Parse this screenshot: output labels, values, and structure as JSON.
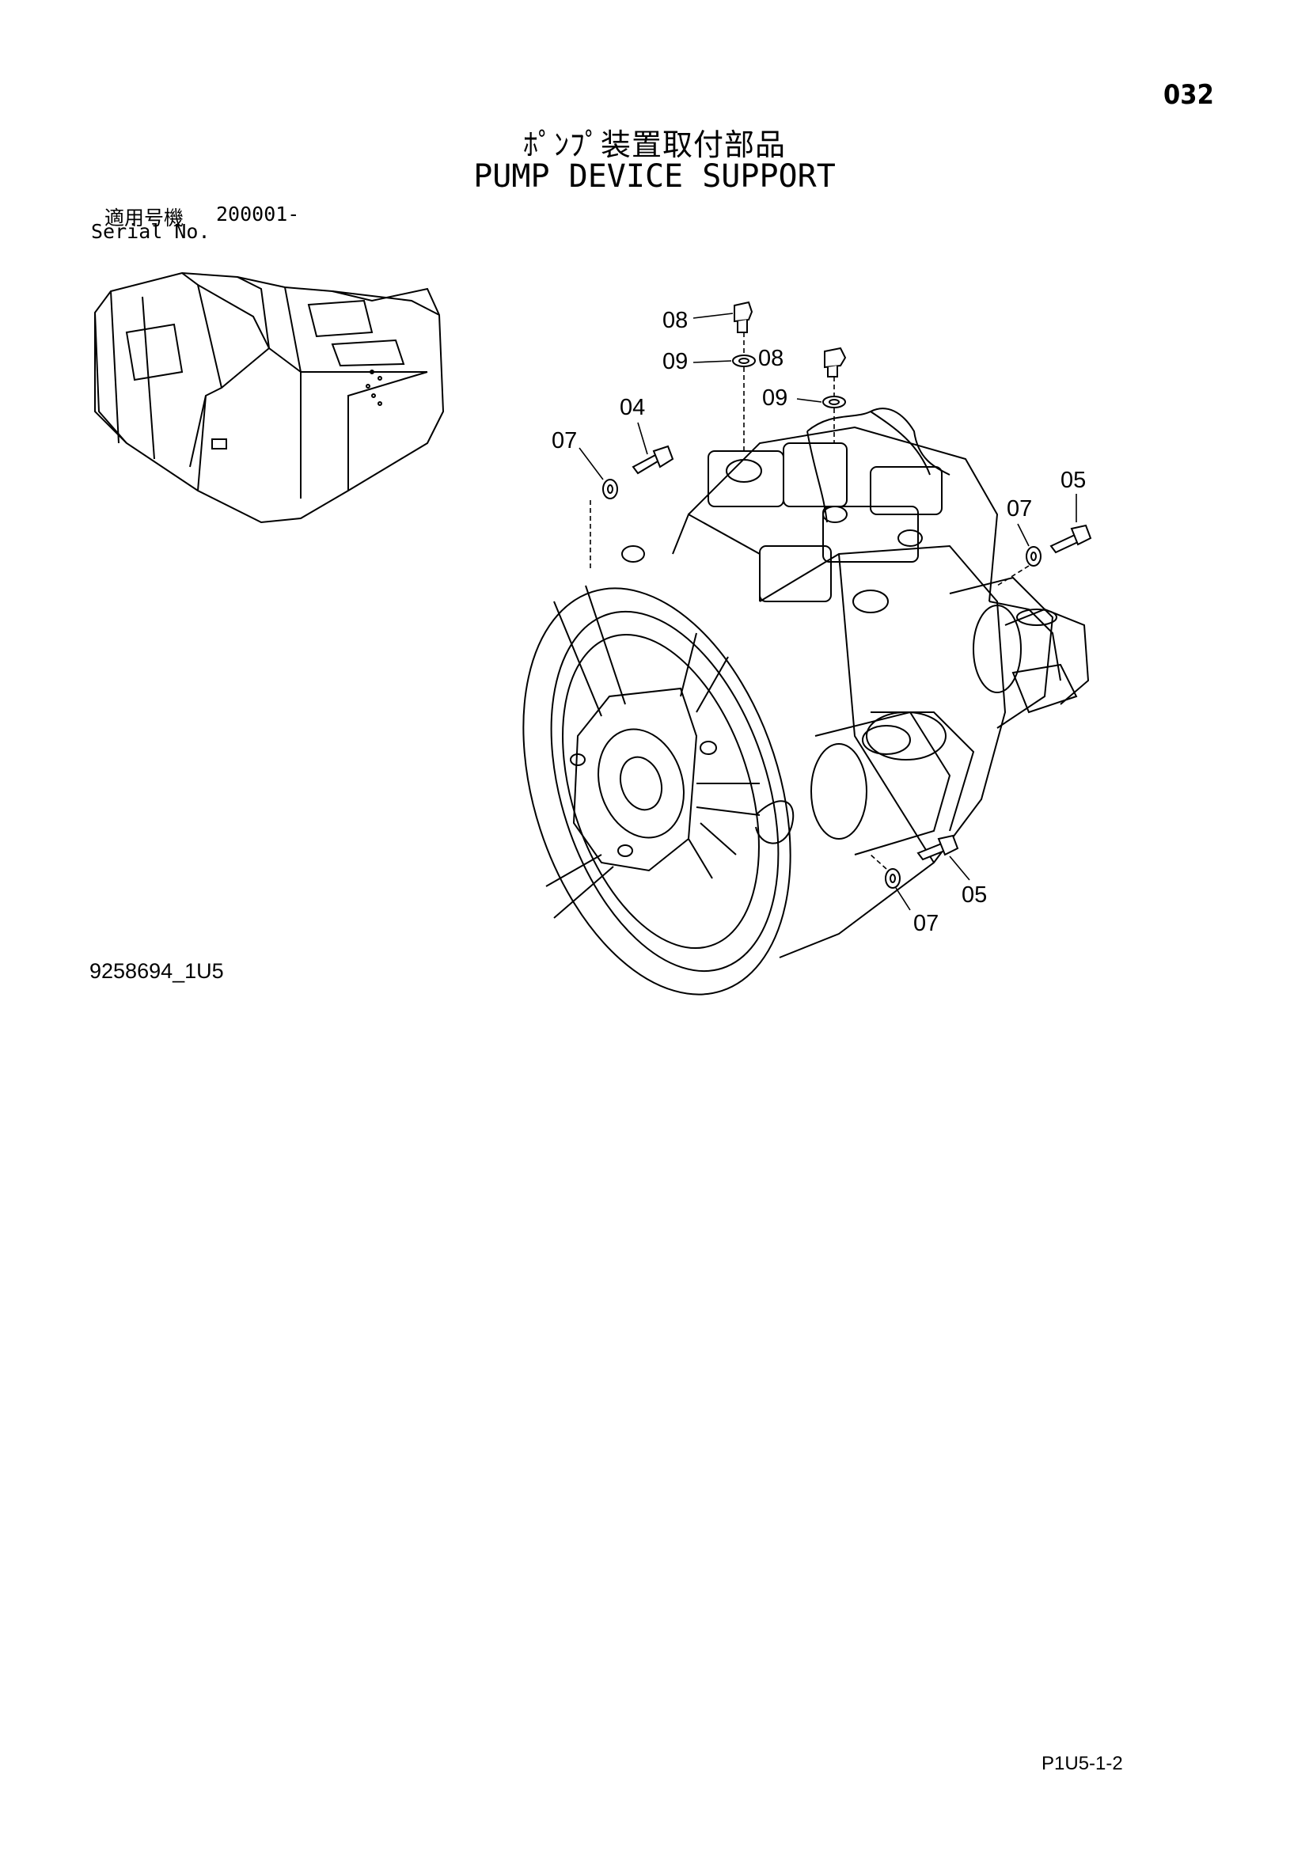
{
  "header": {
    "page_number": "032",
    "title_ja": "ﾎﾟﾝﾌﾟ装置取付部品",
    "title_en": "PUMP DEVICE SUPPORT"
  },
  "serial": {
    "label_ja": "適用号機",
    "range": "200001-",
    "label_en": "Serial No."
  },
  "callouts": {
    "c08_top": "08",
    "c09_top": "09",
    "c08_right": "08",
    "c09_right": "09",
    "c04": "04",
    "c07_left": "07",
    "c05_right": "05",
    "c07_right": "07",
    "c05_bottom": "05",
    "c07_bottom": "07"
  },
  "footer": {
    "drawing_code": "9258694_1U5",
    "sheet_code": "P1U5-1-2"
  },
  "illustrations": {
    "machine_view": "excavator-upper-structure-outline",
    "exploded_view": "pump-device-assembly"
  },
  "colors": {
    "line": "#000000",
    "paper": "#ffffff"
  }
}
